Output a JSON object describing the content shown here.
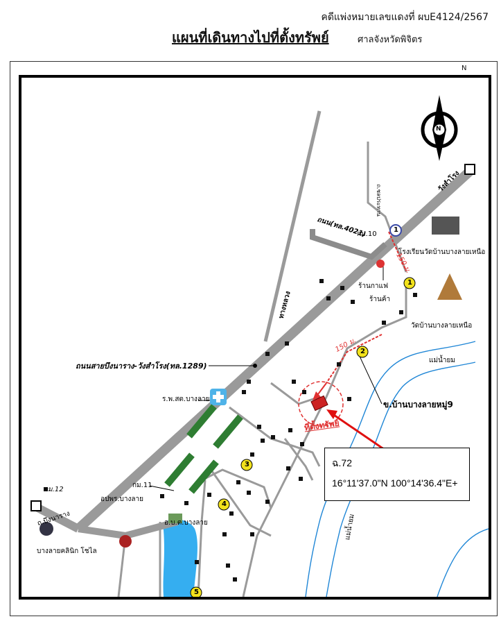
{
  "header": {
    "case_number": "คดีแพ่งหมายเลขแดงที่ ผบE4124/2567",
    "title": "แผนที่เดินทางไปที่ตั้งทรัพย์",
    "court": "ศาลจังหวัดพิจิตร",
    "north_small": "N"
  },
  "map": {
    "compass_letter": "N",
    "road_main": "ถนนสายบึงนาราง-วังสำโรง(ทล.1289)",
    "road_4021": "ถนน(ทล.4021)",
    "road_side": "ทางหลวง",
    "road_small": "ถ.ชลประทาน",
    "to_wangsamrong": "วังสำโรง",
    "to_bungnarang": "ถ.บึงนาราง",
    "km10": "กม.10",
    "km11": "กม.11",
    "km12": "กม.12",
    "school": "โรงเรียนวัดบ้านบางลายเหนือ",
    "cafe": "ร้านกาแฟ",
    "shop": "ร้านค้า",
    "temple": "วัดบ้านบางลายเหนือ",
    "village": "ข.บ้านบางลายหมู่9",
    "river": "แม่น้ำยม",
    "river_south": "แม่น้ำยม",
    "hospital": "ร.พ.สต.บางลาย",
    "subdistrict": "อปพร.บางลาย",
    "tambon_office": "อ.บ.ต.บางลาย",
    "clinic": "บางลายคลินิก โชไล",
    "property": "ที่ตั้งทรัพย์",
    "dist_150a": "150 ม.",
    "dist_150b": "150 ม.",
    "markers": [
      "1",
      "1",
      "2",
      "3",
      "4",
      "5"
    ]
  },
  "coordinates": {
    "plot": "ฉ.72",
    "latlon": "16°11'37.0\"N 100°14'36.4\"E+"
  },
  "colors": {
    "road": "#9a9a9a",
    "road_dark": "#8c8c8c",
    "river_line": "#1f86d6",
    "pond": "#35aef0",
    "route": "#e03030",
    "marker": "#f2e21c",
    "arrow": "#e01010"
  }
}
